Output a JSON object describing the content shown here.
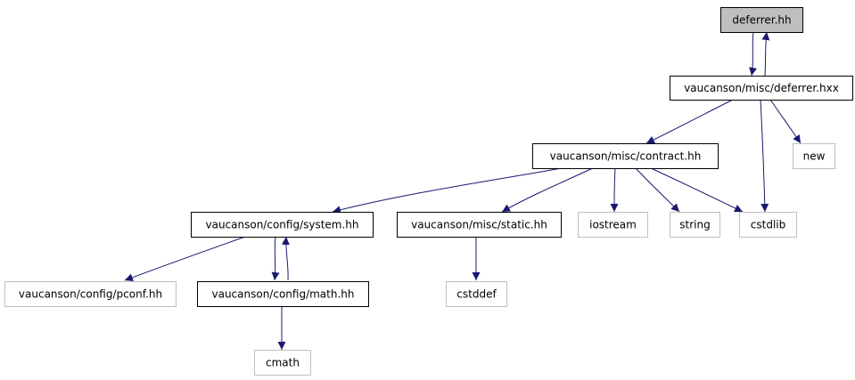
{
  "graph": {
    "edge_color": "#191970",
    "nodes": {
      "deferrer_hh": "deferrer.hh",
      "deferrer_hxx": "vaucanson/misc/deferrer.hxx",
      "new": "new",
      "contract_hh": "vaucanson/misc/contract.hh",
      "system_hh": "vaucanson/config/system.hh",
      "static_hh": "vaucanson/misc/static.hh",
      "iostream": "iostream",
      "string": "string",
      "cstdlib": "cstdlib",
      "pconf_hh": "vaucanson/config/pconf.hh",
      "math_hh": "vaucanson/config/math.hh",
      "cstddef": "cstddef",
      "cmath": "cmath"
    }
  }
}
